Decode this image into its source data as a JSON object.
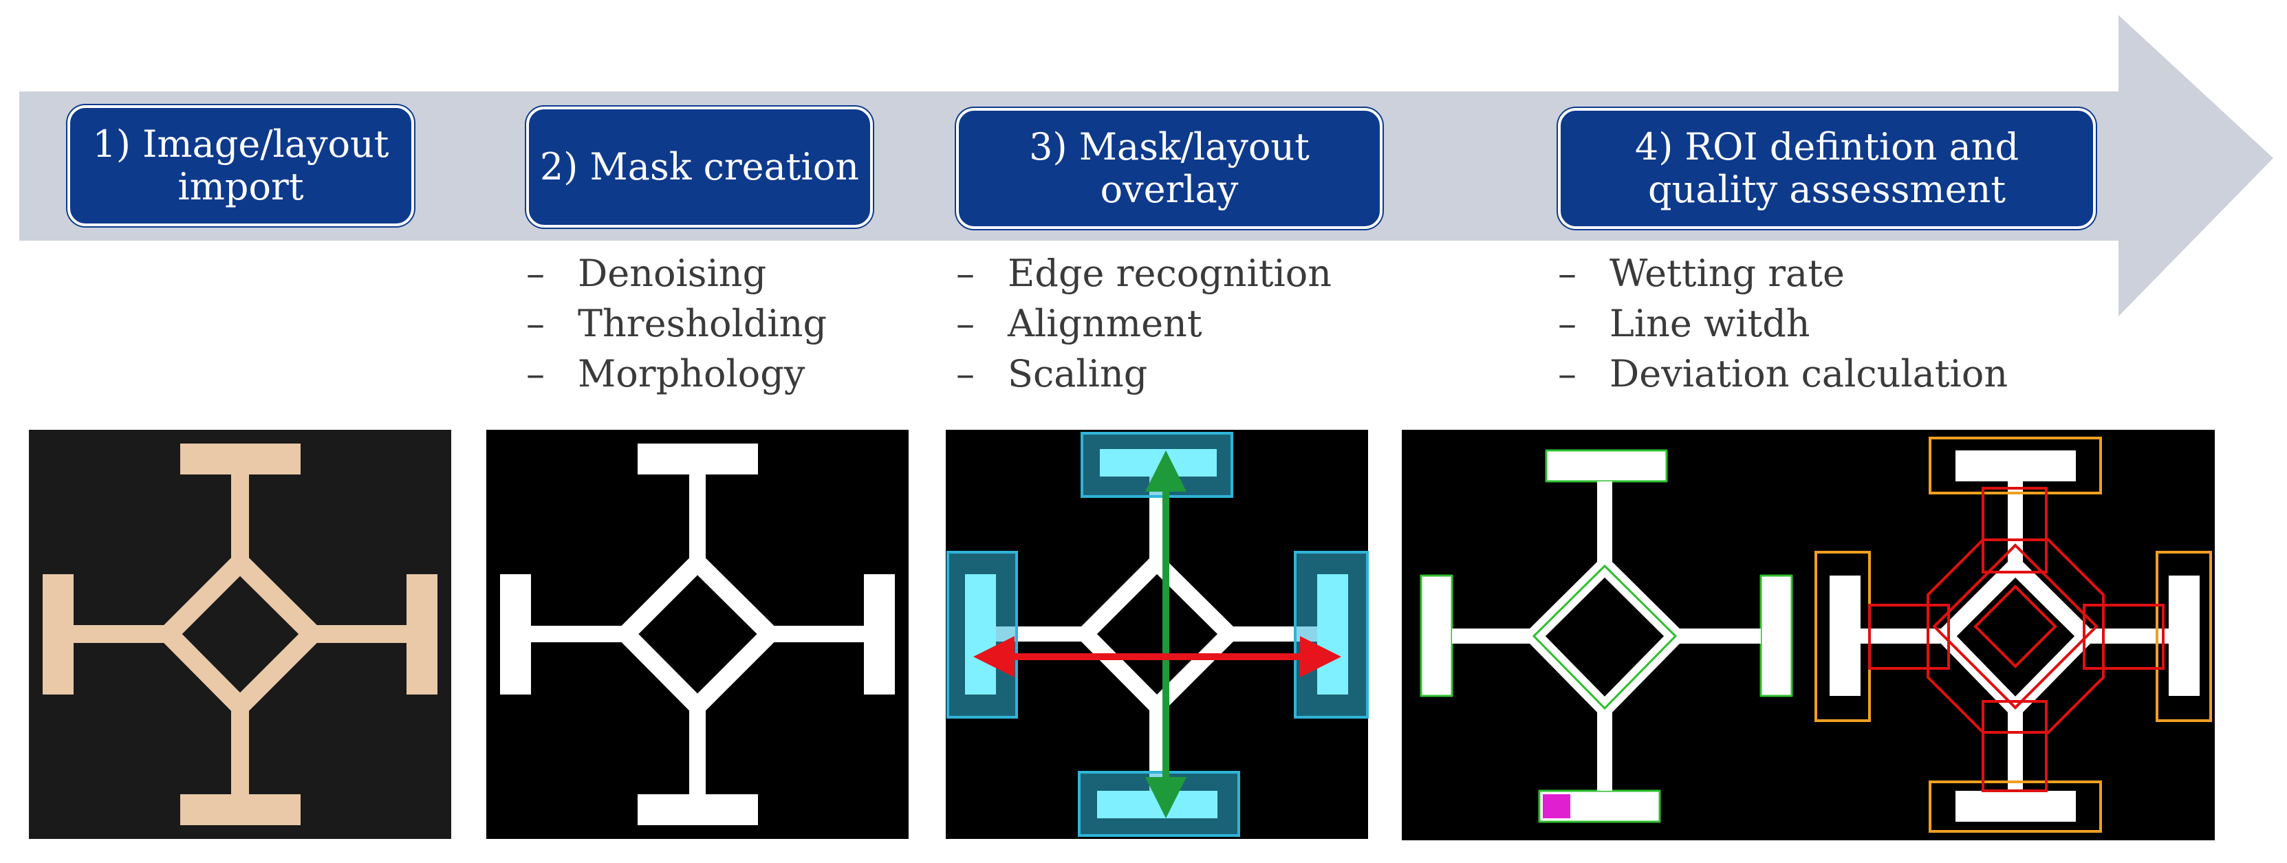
{
  "steps": [
    {
      "line1": "1) Image/layout",
      "line2": "import"
    },
    {
      "line1": "2) Mask creation",
      "line2": ""
    },
    {
      "line1": "3) Mask/layout",
      "line2": "overlay"
    },
    {
      "line1": "4) ROI defintion and",
      "line2": "quality assessment"
    }
  ],
  "bullets": {
    "mask": [
      "Denoising",
      "Thresholding",
      "Morphology"
    ],
    "overlay": [
      "Edge recognition",
      "Alignment",
      "Scaling"
    ],
    "roi": [
      "Wetting rate",
      "Line witdh",
      "Deviation calculation"
    ]
  },
  "bullet_marker": "–",
  "colors": {
    "arrow": "#ccd1dc",
    "step_box": "#0e3a8c",
    "pattern_photo": "#e9c9a8",
    "photo_background": "#1a1a1a",
    "mask": "#ffffff",
    "overlay_box": "#2fb4d8",
    "vertical_arrow": "#1f9a3a",
    "horizontal_arrow": "#e8141c",
    "roi_outer": "#f0a020",
    "roi_inner": "#e01010",
    "edge_outline": "#2ec02e"
  }
}
